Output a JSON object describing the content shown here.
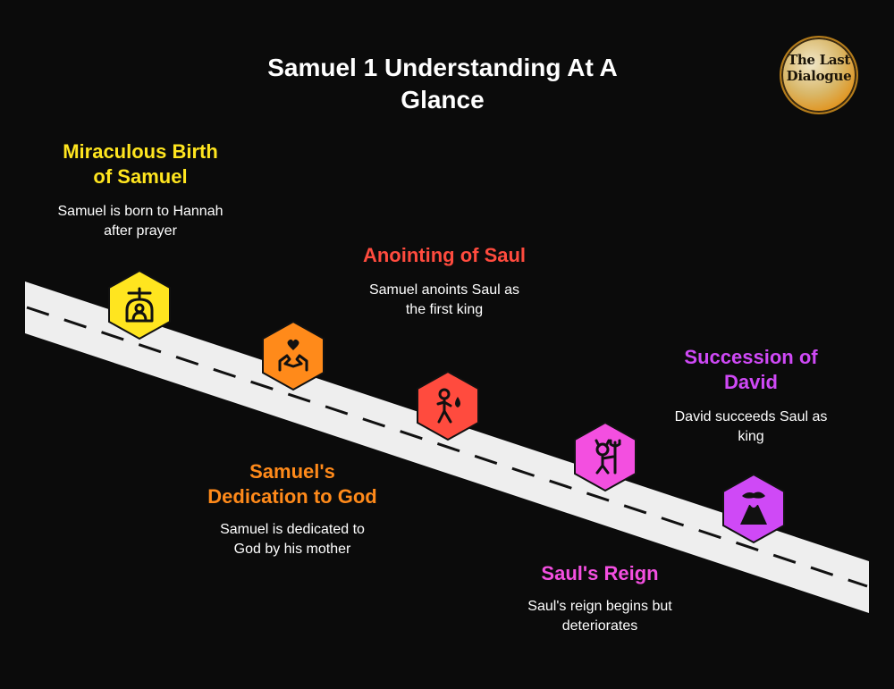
{
  "title": "Samuel 1 Understanding At A Glance",
  "logo": {
    "text": "The Last\nDialogue"
  },
  "colors": {
    "background": "#0b0b0b",
    "road": "#eeeeee",
    "yellow": "#ffe51f",
    "orange": "#ff8a1a",
    "red": "#ff4b3e",
    "pink": "#f34fe0",
    "purple": "#cf49f6"
  },
  "milestones": [
    {
      "title": "Miraculous Birth of Samuel",
      "description": "Samuel is born to Hannah after prayer",
      "color": "#ffe51f",
      "icon": "praying-woman-icon"
    },
    {
      "title": "Samuel's Dedication to God",
      "description": "Samuel is dedicated to God by his mother",
      "color": "#ff8a1a",
      "icon": "offering-hands-heart-icon"
    },
    {
      "title": "Anointing of Saul",
      "description": "Samuel anoints Saul as the first king",
      "color": "#ff4b3e",
      "icon": "anointing-figure-icon"
    },
    {
      "title": "Saul's Reign",
      "description": "Saul's reign begins but deteriorates",
      "color": "#f34fe0",
      "icon": "devil-trident-icon"
    },
    {
      "title": "Succession of David",
      "description": "David succeeds Saul as king",
      "color": "#cf49f6",
      "icon": "volcano-icon"
    }
  ]
}
